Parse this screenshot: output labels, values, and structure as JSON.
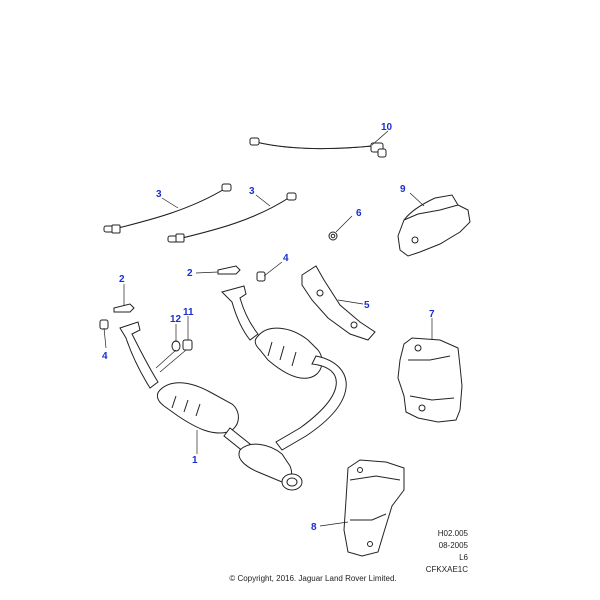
{
  "callouts": {
    "c1": "1",
    "c2a": "2",
    "c2b": "2",
    "c3a": "3",
    "c3b": "3",
    "c4a": "4",
    "c4b": "4",
    "c5": "5",
    "c6": "6",
    "c7": "7",
    "c8": "8",
    "c9": "9",
    "c10": "10",
    "c11": "11",
    "c12": "12"
  },
  "meta": {
    "ref": "H02.005",
    "date": "08-2005",
    "model": "L6",
    "code": "CFKXAE1C"
  },
  "copyright": "© Copyright, 2016. Jaguar Land Rover Limited.",
  "colors": {
    "callout": "#1a2fd0",
    "line": "#222222"
  }
}
